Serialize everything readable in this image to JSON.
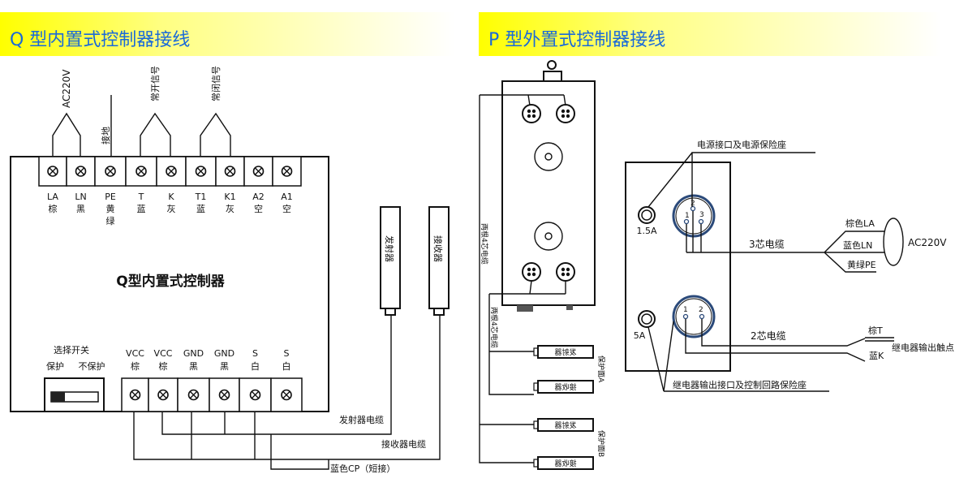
{
  "left": {
    "header": "Q 型内置式控制器接线",
    "controller_title": "Q型内置式控制器",
    "top_signals": {
      "power": "AC220V",
      "ground": "接地",
      "normally_open": "常开信号",
      "normally_closed": "常闭信号"
    },
    "top_terminals": [
      {
        "code": "LA",
        "color": "棕"
      },
      {
        "code": "LN",
        "color": "黑"
      },
      {
        "code": "PE",
        "color": "黄绿"
      },
      {
        "code": "T",
        "color": "蓝"
      },
      {
        "code": "K",
        "color": "灰"
      },
      {
        "code": "T1",
        "color": "蓝"
      },
      {
        "code": "K1",
        "color": "灰"
      },
      {
        "code": "A2",
        "color": "空"
      },
      {
        "code": "A1",
        "color": "空"
      }
    ],
    "switch": {
      "label": "选择开关",
      "option_on": "保护",
      "option_off": "不保护",
      "position": "保护"
    },
    "bottom_terminals": [
      {
        "code": "VCC",
        "color": "棕"
      },
      {
        "code": "VCC",
        "color": "棕"
      },
      {
        "code": "GND",
        "color": "黑"
      },
      {
        "code": "GND",
        "color": "黑"
      },
      {
        "code": "S",
        "color": "白"
      },
      {
        "code": "S",
        "color": "白"
      }
    ],
    "emitter": "发射器",
    "receiver": "接收器",
    "emitter_cable": "发射器电缆",
    "receiver_cable": "接收器电缆",
    "short_link": "蓝色CP（短接）"
  },
  "right": {
    "header": "P 型外置式控制器接线",
    "cable_a": "两根4芯电缆",
    "cable_b": "两根4芯电缆",
    "sensor_emitter": "发射器",
    "sensor_receiver": "接收器",
    "guard_a": "保护面A",
    "guard_b": "保护面B",
    "power_port": "电源接口及电源保险座",
    "fuse_power": "1.5A",
    "fuse_relay": "5A",
    "pins_power": [
      "1",
      "2",
      "3"
    ],
    "pins_relay": [
      "1",
      "2"
    ],
    "cable3": "3芯电缆",
    "wire_la": "棕色LA",
    "wire_ln": "蓝色LN",
    "wire_pe": "黄绿PE",
    "supply": "AC220V",
    "cable2": "2芯电缆",
    "wire_t": "棕T",
    "wire_k": "蓝K",
    "relay_contact": "继电器输出触点",
    "relay_port": "继电器输出接口及控制回路保险座"
  },
  "colors": {
    "header_text": "#1a6ad8",
    "header_bg": "#ffff00",
    "connector_ring": "#2b4a7a"
  }
}
